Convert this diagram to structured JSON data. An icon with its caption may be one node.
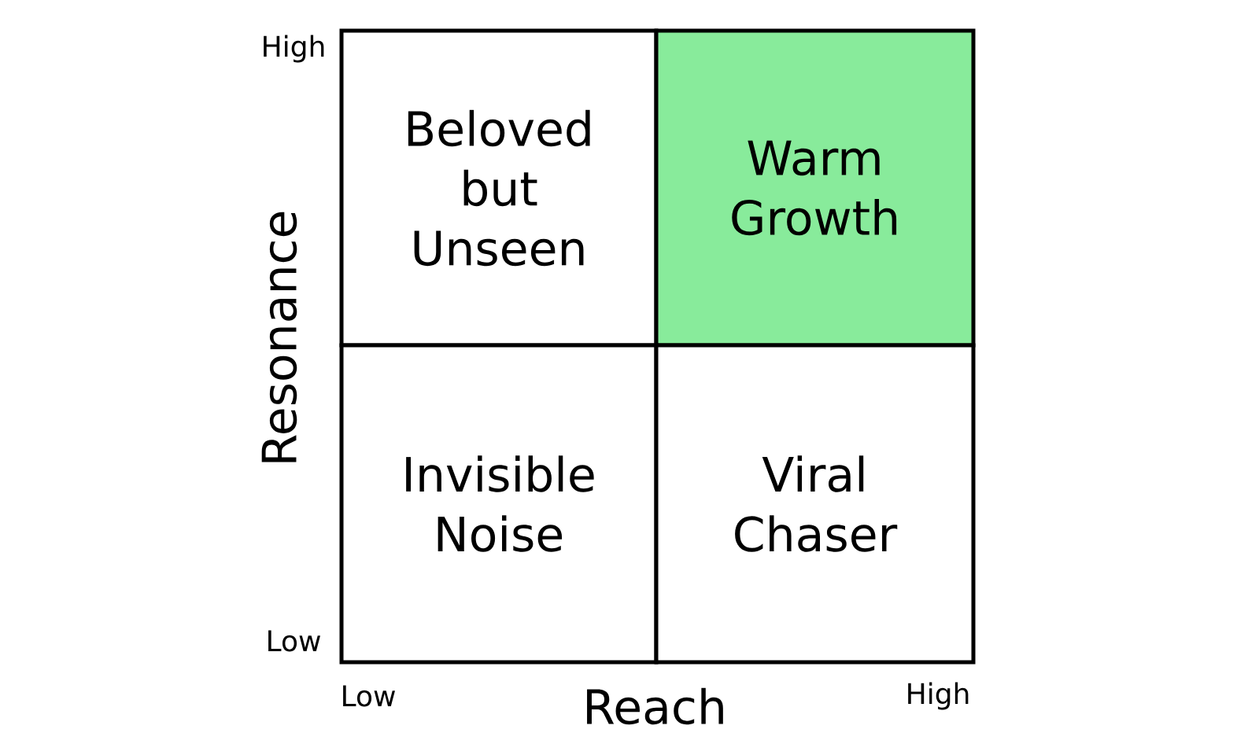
{
  "diagram": {
    "nodes": [
      {
        "text": [
          "Beloved but Unseen"
        ]
      },
      {
        "text": [
          "Warm Growth"
        ]
      },
      {
        "text": [
          "Invisible Noise"
        ]
      },
      {
        "text": [
          "Viral Chaser"
        ]
      }
    ],
    "labels": [
      "High",
      "Resonance",
      "Low",
      "Low",
      "Reach",
      "High"
    ]
  }
}
